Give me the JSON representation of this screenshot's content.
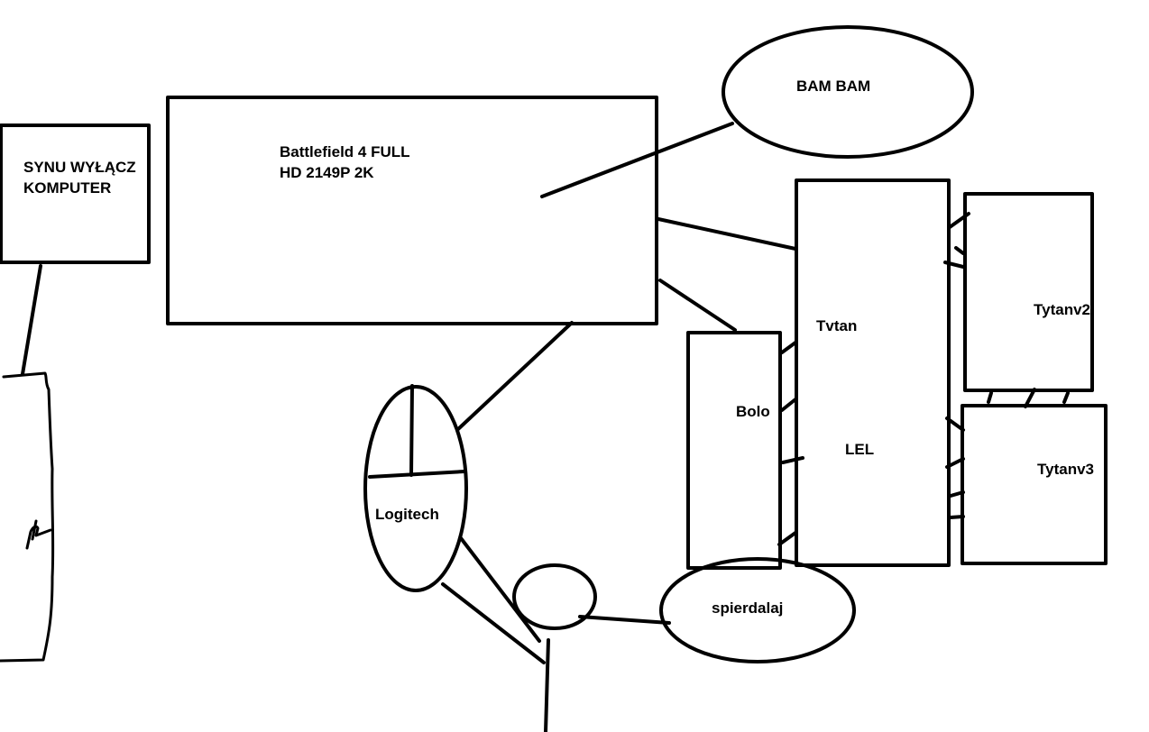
{
  "diagram": {
    "monitor_box": {
      "line1": "SYNU WYŁĄCZ",
      "line2": "KOMPUTER"
    },
    "game_box": {
      "line1": "Battlefield 4 FULL",
      "line2": "HD 2149P 2K"
    },
    "bam_ellipse": {
      "label": "BAM BAM"
    },
    "tvtan_box": {
      "label_top": "Tvtan",
      "label_mid": "LEL"
    },
    "tytanv2_box": {
      "label": "Tytanv2"
    },
    "tytanv3_box": {
      "label": "Tytanv3"
    },
    "bolo_box": {
      "label": "Bolo"
    },
    "logitech_ellipse": {
      "label": "Logitech"
    },
    "spierdalaj_ellipse": {
      "label": "spierdalaj"
    }
  },
  "colors": {
    "stroke": "#000000",
    "background": "#ffffff"
  }
}
